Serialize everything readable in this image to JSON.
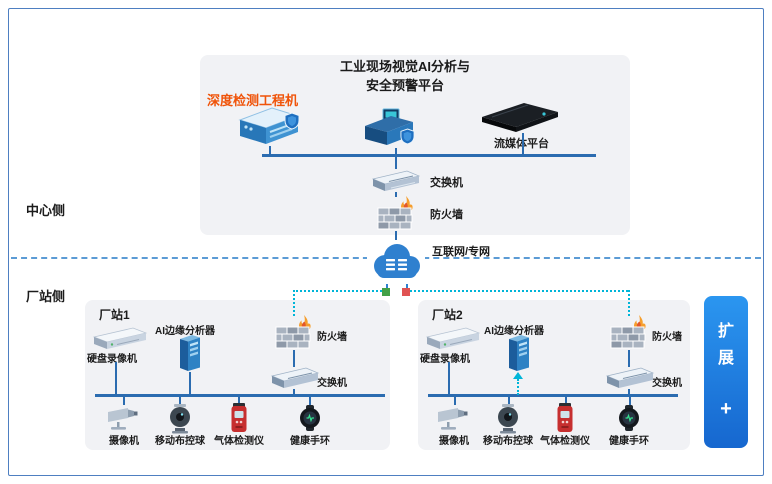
{
  "diagram": {
    "side_labels": {
      "center": "中心侧",
      "station": "厂站侧"
    },
    "center": {
      "platform_title": "工业现场视觉AI分析与安全预警平台",
      "deep_detection_label": "深度检测工程机",
      "streaming_label": "流媒体平台",
      "switch_label": "交换机",
      "firewall_label": "防火墙"
    },
    "internet_label": "互联网/专网",
    "stations": [
      {
        "title": "厂站1",
        "dvr": "硬盘录像机",
        "ai_edge": "AI边缘分析器",
        "firewall": "防火墙",
        "switch": "交换机",
        "endpoints": [
          "摄像机",
          "移动布控球",
          "气体检测仪",
          "健康手环"
        ]
      },
      {
        "title": "厂站2",
        "dvr": "硬盘录像机",
        "ai_edge": "AI边缘分析器",
        "firewall": "防火墙",
        "switch": "交换机",
        "endpoints": [
          "摄像机",
          "移动布控球",
          "气体检测仪",
          "健康手环"
        ]
      }
    ],
    "expand": {
      "label": "扩展",
      "plus": "+"
    },
    "colors": {
      "accent_orange": "#f0540a",
      "bus_blue": "#2b6cb0",
      "dotted_teal": "#00b5d8",
      "separator_blue": "#5b9bd5",
      "expand_blue": "#1d7fe8",
      "frame_blue": "#4e7fc1"
    }
  }
}
